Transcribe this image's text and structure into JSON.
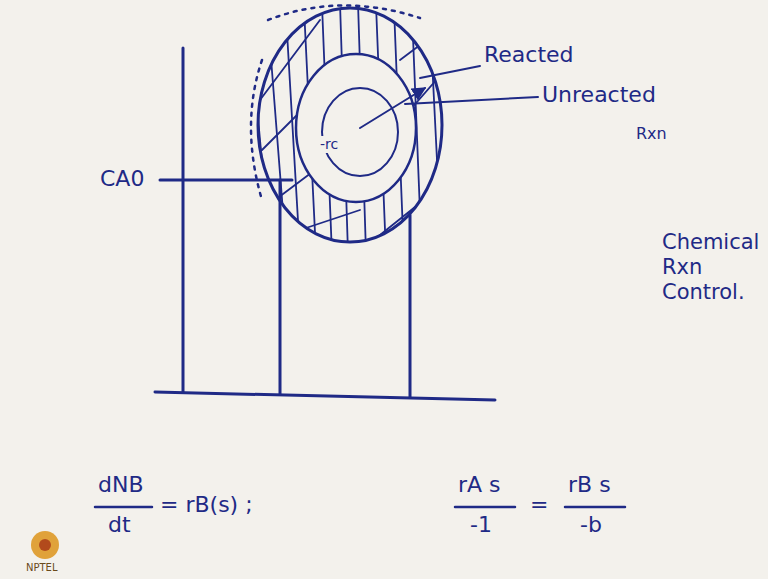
{
  "diagram": {
    "labels": [
      "CA0",
      "Reacted",
      "Unreacted",
      "Rxn",
      "-rc",
      "Chemical Rxn Control.",
      "dNB",
      "dt",
      "= rB(s) ;",
      "rA s",
      "-1",
      "=",
      "rB s",
      "-b",
      "NPTEL"
    ]
  }
}
